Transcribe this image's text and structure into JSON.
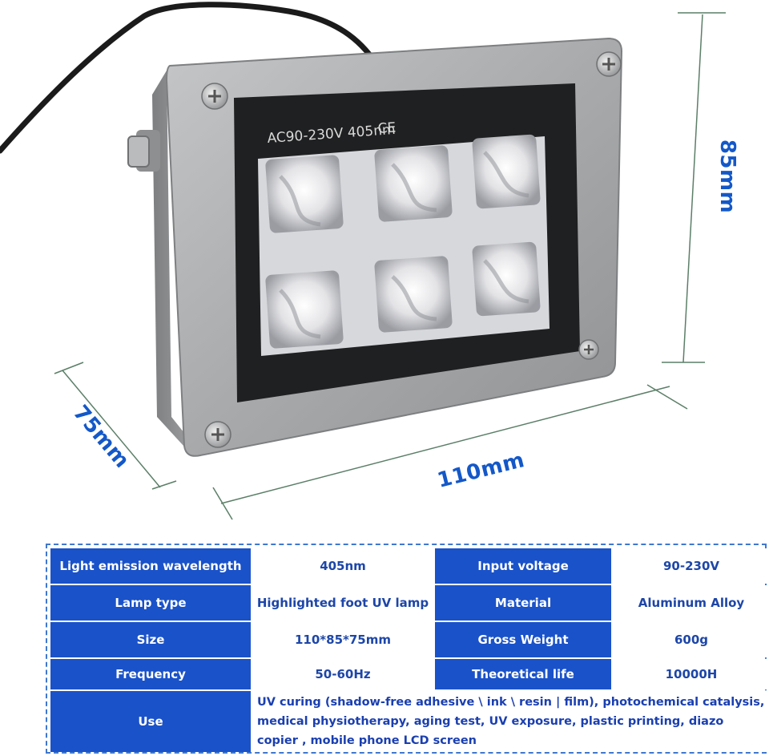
{
  "product_image": {
    "lamp_label": "AC90-230V 405nm",
    "ce_mark": "CE",
    "dimensions": {
      "height": "85mm",
      "depth": "75mm",
      "width": "110mm"
    }
  },
  "specs": {
    "rows": [
      {
        "k1": "Light emission wavelength",
        "v1": "405nm",
        "k2": "Input voltage",
        "v2": "90-230V"
      },
      {
        "k1": "Lamp type",
        "v1": "Highlighted foot UV lamp",
        "k2": "Material",
        "v2": "Aluminum Alloy"
      },
      {
        "k1": "Size",
        "v1": "110*85*75mm",
        "k2": "Gross Weight",
        "v2": "600g"
      },
      {
        "k1": "Frequency",
        "v1": "50-60Hz",
        "k2": "Theoretical life",
        "v2": "10000H"
      }
    ],
    "use_label": "Use",
    "use_value": "UV curing (shadow-free adhesive \\ ink \\ resin | film), photochemical catalysis, medical physiotherapy, aging test, UV exposure, plastic printing, diazo copier , mobile phone LCD screen"
  },
  "colors": {
    "header_blue": "#1a52c9",
    "text_blue": "#1d46a8",
    "dimension_blue": "#1458c8",
    "dimension_line": "#5b7f68",
    "housing_grey": "#a9abad",
    "panel_black": "#1f2021"
  }
}
